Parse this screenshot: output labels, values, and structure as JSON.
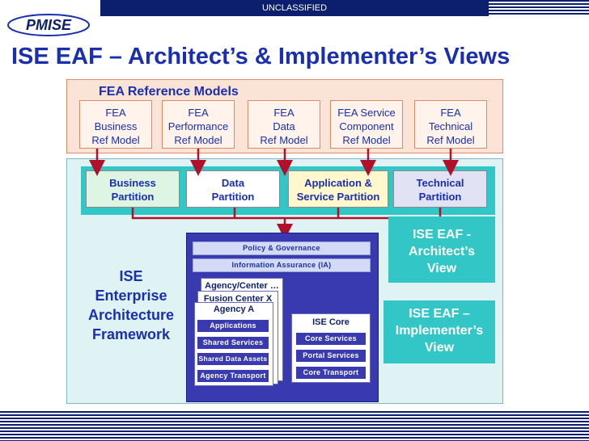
{
  "header": {
    "logo_text": "PMISE",
    "classification": "UNCLASSIFIED",
    "title": "ISE EAF – Architect’s & Implementer’s Views"
  },
  "fea": {
    "label": "FEA Reference Models",
    "models": [
      [
        "FEA",
        "Business",
        "Ref Model"
      ],
      [
        "FEA",
        "Performance",
        "Ref Model"
      ],
      [
        "FEA",
        "Data",
        "Ref Model"
      ],
      [
        "FEA Service",
        "Component",
        "Ref Model"
      ],
      [
        "FEA",
        "Technical",
        "Ref Model"
      ]
    ]
  },
  "partitions": [
    [
      "Business",
      "Partition"
    ],
    [
      "Data",
      "Partition"
    ],
    [
      "Application &",
      "Service Partition"
    ],
    [
      "Technical",
      "Partition"
    ]
  ],
  "partition_colors": [
    "#dff5e4",
    "#ffffff",
    "#fff8cc",
    "#e2e2f5"
  ],
  "architect_view": [
    "ISE EAF -",
    "Architect’s",
    "View"
  ],
  "implementer_view": [
    "ISE EAF –",
    "Implementer’s",
    "View"
  ],
  "framework": [
    "ISE",
    "Enterprise",
    "Architecture",
    "Framework"
  ],
  "core": {
    "policy": "Policy & Governance",
    "ia": "Information Assurance (IA)",
    "agency_center": "Agency/Center …",
    "fusion_center": "Fusion Center X",
    "agency_a": "Agency A",
    "agency_items": [
      "Applications",
      "Shared Services",
      "Shared Data Assets",
      "Agency Transport"
    ],
    "ise_core": "ISE Core",
    "core_items": [
      "Core Services",
      "Portal Services",
      "Core Transport"
    ]
  },
  "colors": {
    "navy": "#0b1f6e",
    "title_blue": "#1a2fb0",
    "connector_red": "#b0102a",
    "teal": "#33c6c6"
  }
}
